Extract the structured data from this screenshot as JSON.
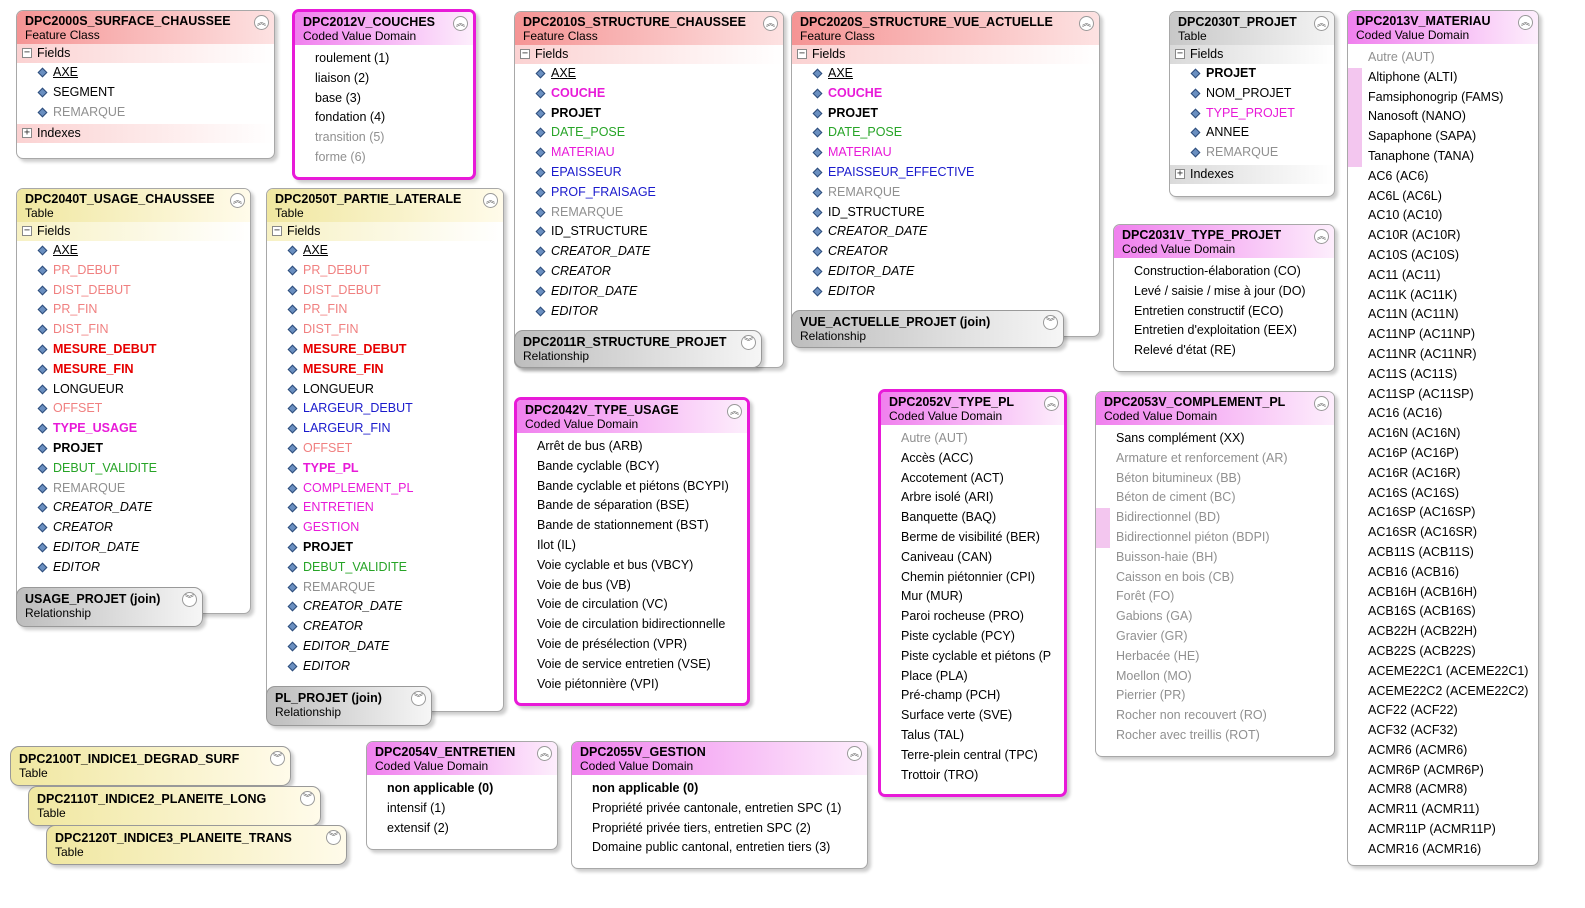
{
  "surface": {
    "title": "DPC2000S_SURFACE_CHAUSSEE",
    "sub": "Feature Class",
    "fields_label": "Fields",
    "fields": [
      "AXE",
      "SEGMENT",
      "REMARQUE"
    ],
    "indexes_label": "Indexes"
  },
  "couches": {
    "title": "DPC2012V_COUCHES",
    "sub": "Coded Value Domain",
    "values": [
      "roulement (1)",
      "liaison (2)",
      "base (3)",
      "fondation (4)",
      "transition (5)",
      "forme (6)"
    ]
  },
  "structure": {
    "title": "DPC2010S_STRUCTURE_CHAUSSEE",
    "sub": "Feature Class",
    "fields_label": "Fields",
    "fields": [
      "AXE",
      "COUCHE",
      "PROJET",
      "DATE_POSE",
      "MATERIAU",
      "EPAISSEUR",
      "PROF_FRAISAGE",
      "REMARQUE",
      "ID_STRUCTURE",
      "CREATOR_DATE",
      "CREATOR",
      "EDITOR_DATE",
      "EDITOR"
    ]
  },
  "rel_structure_projet": {
    "title": "DPC2011R_STRUCTURE_PROJET",
    "sub": "Relationship"
  },
  "vue": {
    "title": "DPC2020S_STRUCTURE_VUE_ACTUELLE",
    "sub": "Feature Class",
    "fields_label": "Fields",
    "fields": [
      "AXE",
      "COUCHE",
      "PROJET",
      "DATE_POSE",
      "MATERIAU",
      "EPAISSEUR_EFFECTIVE",
      "REMARQUE",
      "ID_STRUCTURE",
      "CREATOR_DATE",
      "CREATOR",
      "EDITOR_DATE",
      "EDITOR"
    ]
  },
  "rel_vue_projet": {
    "title": "VUE_ACTUELLE_PROJET (join)",
    "sub": "Relationship"
  },
  "projet": {
    "title": "DPC2030T_PROJET",
    "sub": "Table",
    "fields_label": "Fields",
    "fields": [
      "PROJET",
      "NOM_PROJET",
      "TYPE_PROJET",
      "ANNEE",
      "REMARQUE"
    ],
    "indexes_label": "Indexes"
  },
  "type_projet": {
    "title": "DPC2031V_TYPE_PROJET",
    "sub": "Coded Value Domain",
    "values": [
      "Construction-élaboration (CO)",
      "Levé / saisie / mise à jour (DO)",
      "Entretien constructif (ECO)",
      "Entretien d'exploitation (EEX)",
      "Relevé d'état (RE)"
    ]
  },
  "materiau": {
    "title": "DPC2013V_MATERIAU",
    "sub": "Coded Value Domain",
    "values": [
      "Autre (AUT)",
      "Altiphone (ALTI)",
      "Famsiphonogrip (FAMS)",
      "Nanosoft (NANO)",
      "Sapaphone (SAPA)",
      "Tanaphone (TANA)",
      "AC6 (AC6)",
      "AC6L (AC6L)",
      "AC10 (AC10)",
      "AC10R (AC10R)",
      "AC10S (AC10S)",
      "AC11 (AC11)",
      "AC11K (AC11K)",
      "AC11N (AC11N)",
      "AC11NP (AC11NP)",
      "AC11NR (AC11NR)",
      "AC11S (AC11S)",
      "AC11SP (AC11SP)",
      "AC16 (AC16)",
      "AC16N (AC16N)",
      "AC16P (AC16P)",
      "AC16R (AC16R)",
      "AC16S (AC16S)",
      "AC16SP (AC16SP)",
      "AC16SR (AC16SR)",
      "ACB11S (ACB11S)",
      "ACB16 (ACB16)",
      "ACB16H (ACB16H)",
      "ACB16S (ACB16S)",
      "ACB22H (ACB22H)",
      "ACB22S (ACB22S)",
      "ACEME22C1 (ACEME22C1)",
      "ACEME22C2 (ACEME22C2)",
      "ACF22 (ACF22)",
      "ACF32 (ACF32)",
      "ACMR6 (ACMR6)",
      "ACMR6P (ACMR6P)",
      "ACMR8 (ACMR8)",
      "ACMR11 (ACMR11)",
      "ACMR11P (ACMR11P)",
      "ACMR16 (ACMR16)"
    ]
  },
  "usage": {
    "title": "DPC2040T_USAGE_CHAUSSEE",
    "sub": "Table",
    "fields_label": "Fields",
    "fields": [
      "AXE",
      "PR_DEBUT",
      "DIST_DEBUT",
      "PR_FIN",
      "DIST_FIN",
      "MESURE_DEBUT",
      "MESURE_FIN",
      "LONGUEUR",
      "OFFSET",
      "TYPE_USAGE",
      "PROJET",
      "DEBUT_VALIDITE",
      "REMARQUE",
      "CREATOR_DATE",
      "CREATOR",
      "EDITOR_DATE",
      "EDITOR"
    ]
  },
  "rel_usage": {
    "title": "USAGE_PROJET (join)",
    "sub": "Relationship"
  },
  "laterale": {
    "title": "DPC2050T_PARTIE_LATERALE",
    "sub": "Table",
    "fields_label": "Fields",
    "fields": [
      "AXE",
      "PR_DEBUT",
      "DIST_DEBUT",
      "PR_FIN",
      "DIST_FIN",
      "MESURE_DEBUT",
      "MESURE_FIN",
      "LONGUEUR",
      "LARGEUR_DEBUT",
      "LARGEUR_FIN",
      "OFFSET",
      "TYPE_PL",
      "COMPLEMENT_PL",
      "ENTRETIEN",
      "GESTION",
      "PROJET",
      "DEBUT_VALIDITE",
      "REMARQUE",
      "CREATOR_DATE",
      "CREATOR",
      "EDITOR_DATE",
      "EDITOR"
    ]
  },
  "rel_pl": {
    "title": "PL_PROJET (join)",
    "sub": "Relationship"
  },
  "type_usage": {
    "title": "DPC2042V_TYPE_USAGE",
    "sub": "Coded Value Domain",
    "values": [
      "Arrêt de bus (ARB)",
      "Bande cyclable (BCY)",
      "Bande cyclable et piétons (BCYPI)",
      "Bande de séparation (BSE)",
      "Bande de stationnement (BST)",
      "Ilot (IL)",
      "Voie cyclable et bus (VBCY)",
      "Voie de bus (VB)",
      "Voie de circulation (VC)",
      "Voie de circulation bidirectionnelle",
      "Voie de présélection (VPR)",
      "Voie de service entretien (VSE)",
      "Voie piétonnière (VPI)"
    ]
  },
  "type_pl": {
    "title": "DPC2052V_TYPE_PL",
    "sub": "Coded Value Domain",
    "values": [
      "Autre (AUT)",
      "Accès (ACC)",
      "Accotement (ACT)",
      "Arbre isolé (ARI)",
      "Banquette (BAQ)",
      "Berme de visibilité (BER)",
      "Caniveau (CAN)",
      "Chemin piétonnier (CPI)",
      "Mur (MUR)",
      "Paroi rocheuse (PRO)",
      "Piste cyclable (PCY)",
      "Piste cyclable et piétons (P",
      "Place (PLA)",
      "Pré-champ (PCH)",
      "Surface verte (SVE)",
      "Talus (TAL)",
      "Terre-plein central (TPC)",
      "Trottoir (TRO)"
    ]
  },
  "complement": {
    "title": "DPC2053V_COMPLEMENT_PL",
    "sub": "Coded Value Domain",
    "values": [
      "Sans complément (XX)",
      "Armature et renforcement (AR)",
      "Béton bitumineux (BB)",
      "Béton de ciment (BC)",
      "Bidirectionnel (BD)",
      "Bidirectionnel piéton (BDPI)",
      "Buisson-haie (BH)",
      "Caisson en bois (CB)",
      "Forêt (FO)",
      "Gabions (GA)",
      "Gravier (GR)",
      "Herbacée (HE)",
      "Moellon (MO)",
      "Pierrier (PR)",
      "Rocher non recouvert (RO)",
      "Rocher avec treillis (ROT)"
    ]
  },
  "indice1": {
    "title": "DPC2100T_INDICE1_DEGRAD_SURF",
    "sub": "Table"
  },
  "indice2": {
    "title": "DPC2110T_INDICE2_PLANEITE_LONG",
    "sub": "Table"
  },
  "indice3": {
    "title": "DPC2120T_INDICE3_PLANEITE_TRANS",
    "sub": "Table"
  },
  "entretien": {
    "title": "DPC2054V_ENTRETIEN",
    "sub": "Coded Value Domain",
    "values": [
      "non applicable (0)",
      "intensif (1)",
      "extensif (2)"
    ]
  },
  "gestion": {
    "title": "DPC2055V_GESTION",
    "sub": "Coded Value Domain",
    "values": [
      "non applicable (0)",
      "Propriété privée cantonale, entretien SPC (1)",
      "Propriété privée tiers, entretien SPC (2)",
      "Domaine public cantonal, entretien tiers (3)"
    ]
  }
}
